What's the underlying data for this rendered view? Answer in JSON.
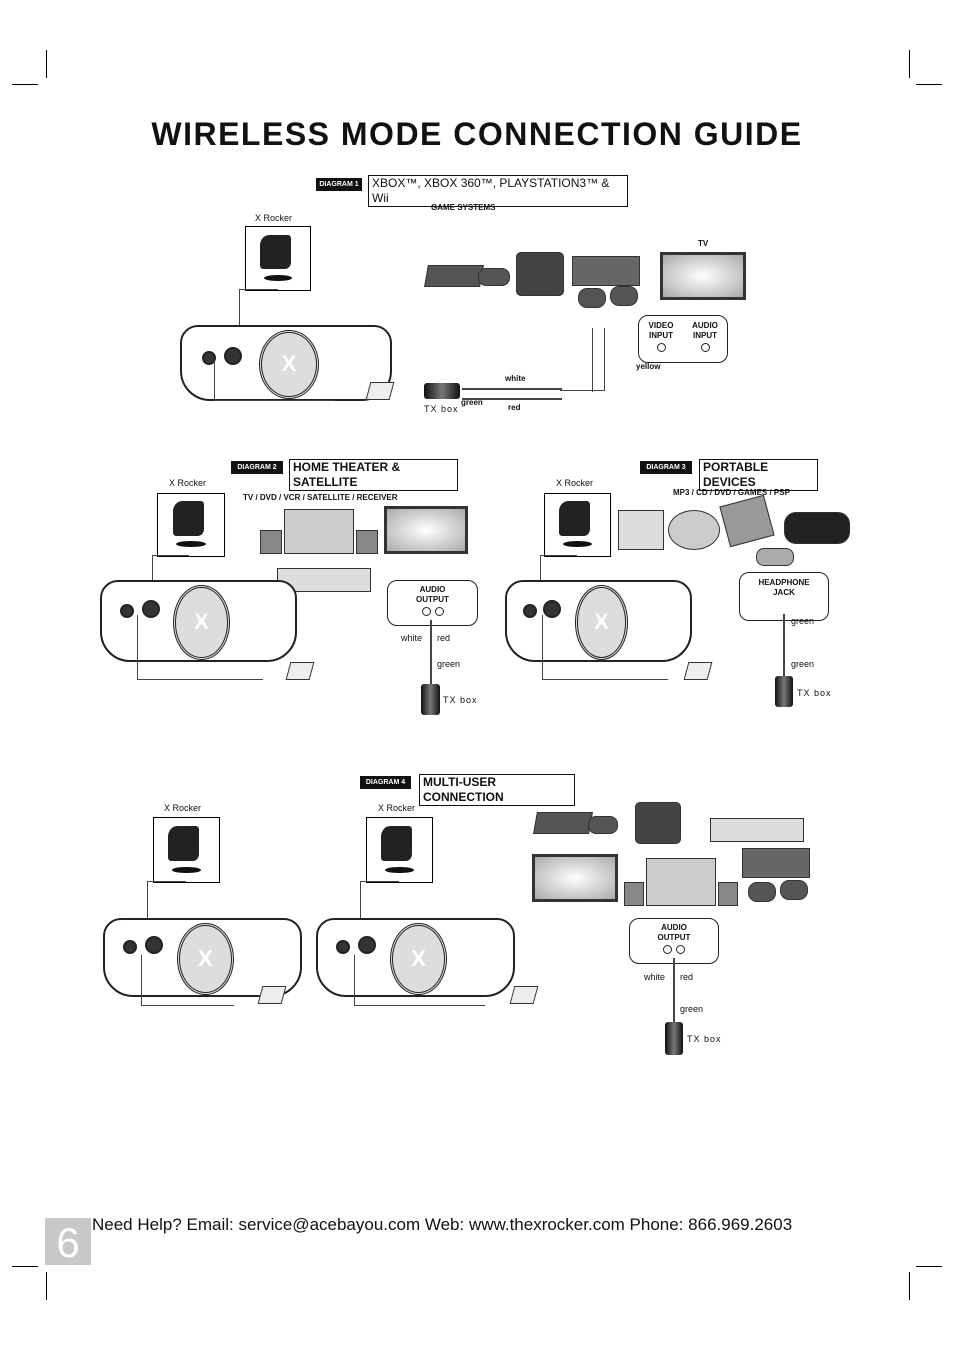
{
  "title": "WIRELESS MODE CONNECTION GUIDE",
  "diagram1": {
    "tag": "DIAGRAM 1",
    "heading": "XBOX™,  XBOX 360™, PLAYSTATION3™ & Wii",
    "game_systems": "GAME SYSTEMS",
    "x_rocker": "X Rocker",
    "tv": "TV",
    "video_input": "VIDEO INPUT",
    "audio_input": "AUDIO INPUT",
    "yellow": "yellow",
    "white": "white",
    "green": "green",
    "red": "red",
    "tx_box": "TX box"
  },
  "diagram2": {
    "tag": "DIAGRAM 2",
    "heading": "HOME THEATER & SATELLITE",
    "x_rocker": "X Rocker",
    "devices": "TV / DVD / VCR / SATELLITE / RECEIVER",
    "audio_output": "AUDIO OUTPUT",
    "white": "white",
    "red": "red",
    "green": "green",
    "tx_box": "TX box"
  },
  "diagram3": {
    "tag": "DIAGRAM 3",
    "heading": "PORTABLE DEVICES",
    "x_rocker": "X Rocker",
    "devices": "MP3 / CD / DVD / GAMES / PSP",
    "headphone_jack": "HEADPHONE JACK",
    "green1": "green",
    "green2": "green",
    "tx_box": "TX box"
  },
  "diagram4": {
    "tag": "DIAGRAM 4",
    "heading": "MULTI-USER CONNECTION",
    "x_rocker1": "X Rocker",
    "x_rocker2": "X Rocker",
    "audio_output": "AUDIO OUTPUT",
    "white": "white",
    "red": "red",
    "green": "green",
    "tx_box": "TX box"
  },
  "footer": {
    "page_number": "6",
    "text": "Need Help?   Email: service@acebayou.com Web: www.thexrocker.com Phone: 866.969.2603"
  }
}
